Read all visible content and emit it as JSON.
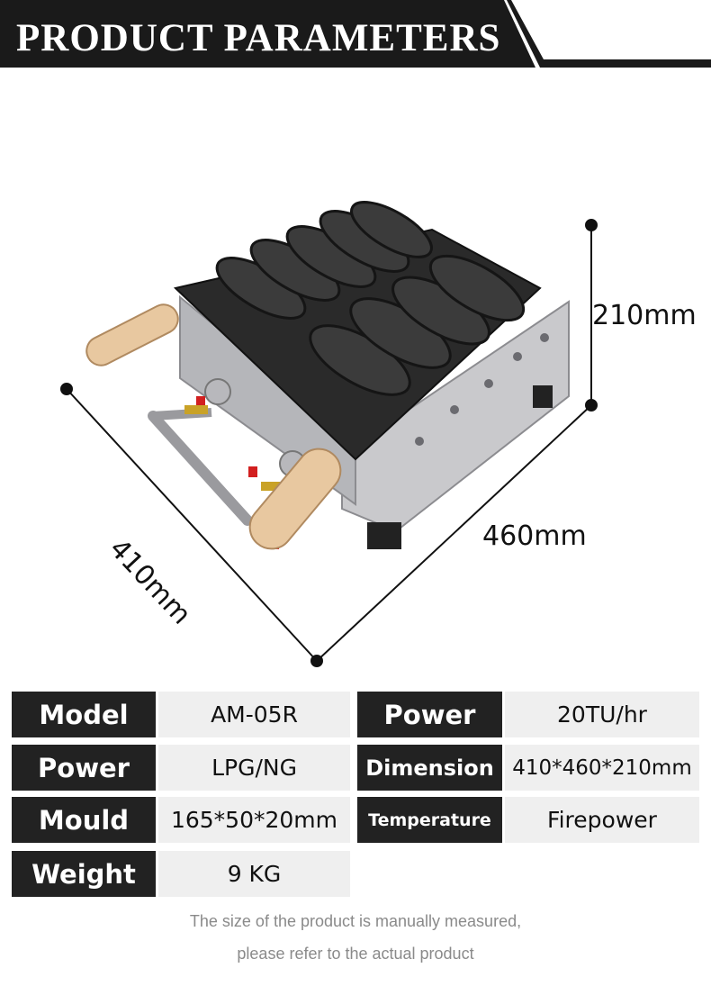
{
  "header": {
    "title": "PRODUCT PARAMETERS"
  },
  "dimensions": {
    "height": "210mm",
    "length": "460mm",
    "width": "410mm"
  },
  "params": {
    "row1": {
      "label_a": "Model",
      "value_a": "AM-05R",
      "label_b": "Power",
      "value_b": "20TU/hr"
    },
    "row2": {
      "label_a": "Power",
      "value_a": "LPG/NG",
      "label_b": "Dimension",
      "value_b": "410*460*210mm"
    },
    "row3": {
      "label_a": "Mould",
      "value_a": "165*50*20mm",
      "label_b": "Temperature",
      "value_b": "Firepower"
    },
    "row4": {
      "label_a": "Weight",
      "value_a": "9 KG"
    }
  },
  "notes": {
    "line1": "The size of the product is manually measured,",
    "line2": "please refer to the actual product"
  }
}
